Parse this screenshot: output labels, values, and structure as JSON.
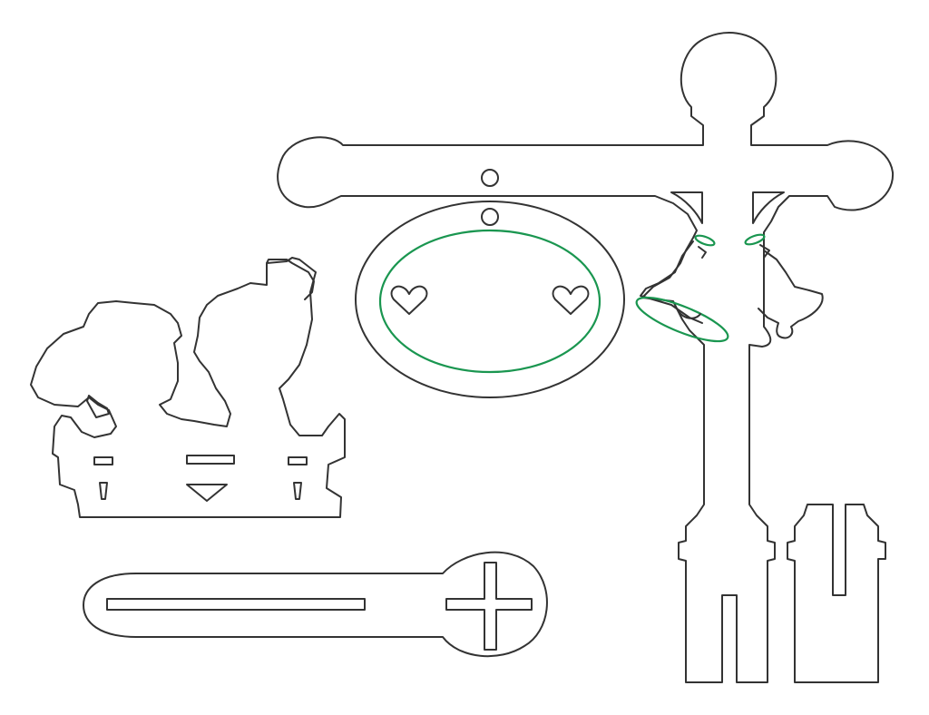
{
  "colors": {
    "cut_line": "#333333",
    "engrave_line": "#1a9650",
    "background": "#ffffff"
  },
  "parts": [
    {
      "id": "couple-silhouette",
      "kind": "cut"
    },
    {
      "id": "lamp-post",
      "kind": "cut"
    },
    {
      "id": "oval-sign",
      "kind": "cut"
    },
    {
      "id": "wedding-bells",
      "kind": "cut"
    },
    {
      "id": "stand-bar",
      "kind": "cut"
    },
    {
      "id": "base-foot",
      "kind": "cut"
    }
  ]
}
